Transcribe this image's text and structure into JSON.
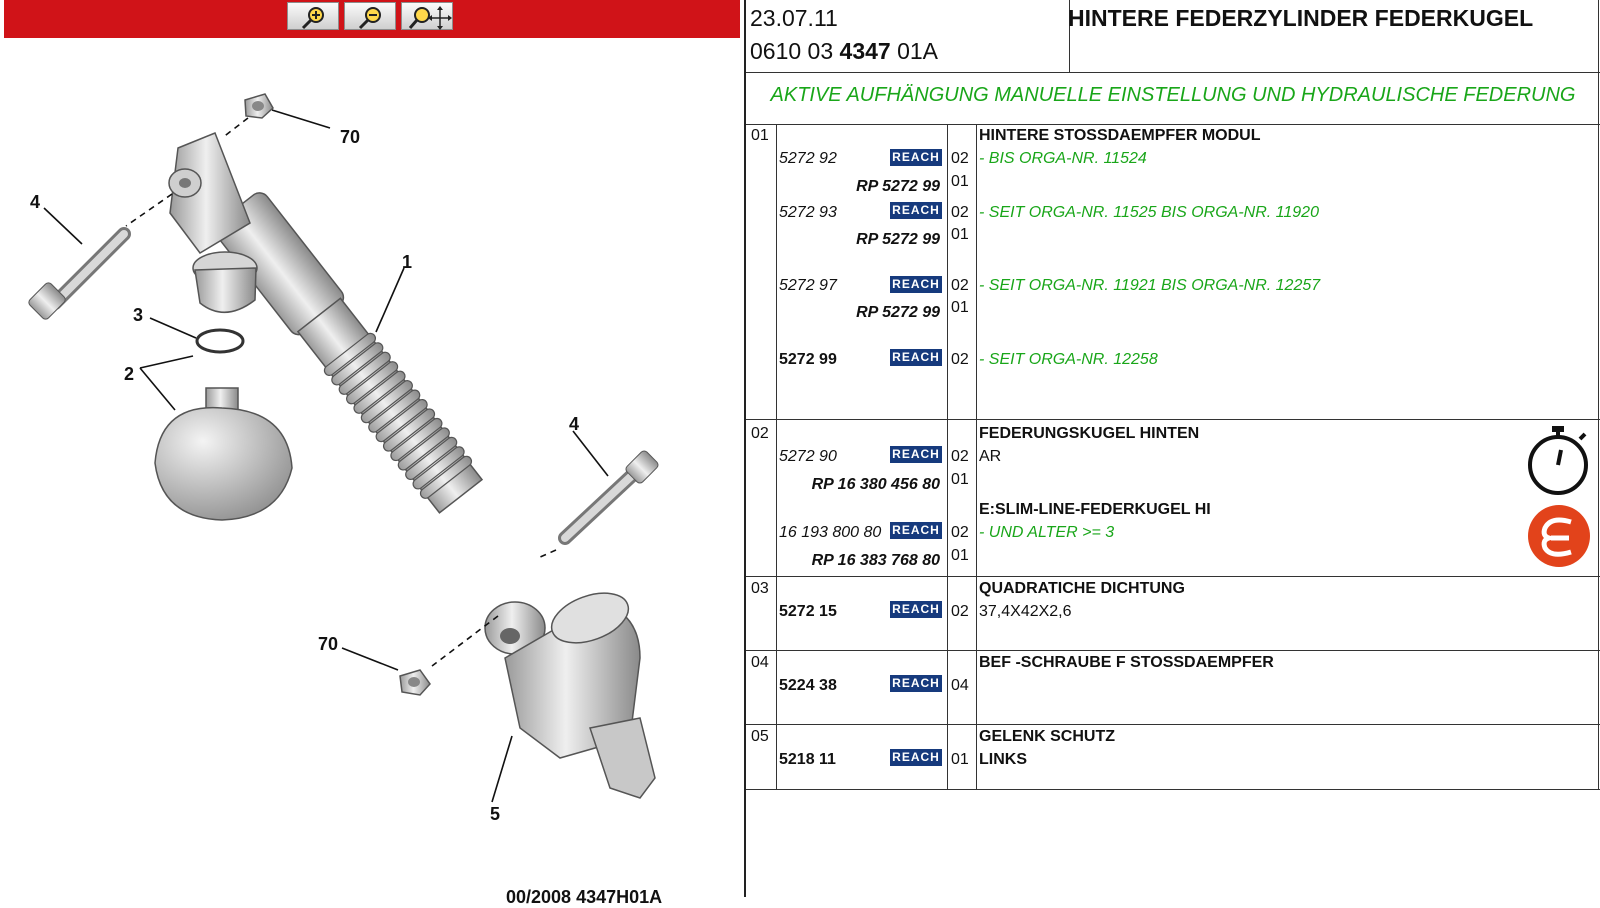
{
  "toolbar": {
    "buttons": [
      {
        "icon": "zoom-in-icon"
      },
      {
        "icon": "zoom-out-icon"
      },
      {
        "icon": "zoom-move-icon"
      }
    ]
  },
  "diagram": {
    "callouts": [
      "70",
      "4",
      "1",
      "3",
      "2",
      "4",
      "70",
      "5"
    ],
    "sheet_ref": "00/2008   4347H01A"
  },
  "header": {
    "date": "23.07.11",
    "code_prefix": "0610 03 ",
    "code_bold": "4347",
    "code_suffix": " 01A",
    "title": "HINTERE FEDERZYLINDER FEDERKUGEL"
  },
  "subtitle": "AKTIVE AUFHÄNGUNG MANUELLE EINSTELLUNG UND HYDRAULISCHE FEDERUNG",
  "reach_label": "REACH",
  "rows": [
    {
      "pos": "01",
      "title": "HINTERE STOSSDAEMPFER MODUL",
      "parts": [
        {
          "ref": "5272 92",
          "qty": "02",
          "note": "- BIS ORGA-NR. 11524",
          "rp": "RP 5272 99",
          "rp_qty": "01"
        },
        {
          "ref": "5272 93",
          "qty": "02",
          "note": "- SEIT ORGA-NR. 11525 BIS ORGA-NR. 11920",
          "rp": "RP 5272 99",
          "rp_qty": "01"
        },
        {
          "ref": "5272 97",
          "qty": "02",
          "note": "- SEIT ORGA-NR. 11921 BIS ORGA-NR. 12257",
          "rp": "RP 5272 99",
          "rp_qty": "01"
        },
        {
          "ref": "5272 99",
          "qty": "02",
          "note": "- SEIT ORGA-NR. 12258"
        }
      ]
    },
    {
      "pos": "02",
      "title": "FEDERUNGSKUGEL HINTEN",
      "parts": [
        {
          "ref": "5272 90",
          "qty": "02",
          "text": "AR",
          "rp": "RP 16 380 456 80",
          "rp_qty": "01"
        },
        {
          "ref": "16 193 800 80",
          "qty": "02",
          "note": "- UND ALTER >= 3",
          "rp": "RP 16 383 768 80",
          "rp_qty": "01"
        }
      ],
      "subtitle2": "E:SLIM-LINE-FEDERKUGEL HI",
      "icons": [
        "stopwatch-icon",
        "eurorepar-e-icon"
      ]
    },
    {
      "pos": "03",
      "title": "QUADRATICHE DICHTUNG",
      "parts": [
        {
          "ref": "5272 15",
          "qty": "02",
          "text": "37,4X42X2,6"
        }
      ]
    },
    {
      "pos": "04",
      "title": "BEF -SCHRAUBE F STOSSDAEMPFER",
      "parts": [
        {
          "ref": "5224 38",
          "qty": "04"
        }
      ]
    },
    {
      "pos": "05",
      "title": "GELENK SCHUTZ",
      "parts": [
        {
          "ref": "5218 11",
          "qty": "01",
          "text": "LINKS"
        }
      ]
    }
  ]
}
